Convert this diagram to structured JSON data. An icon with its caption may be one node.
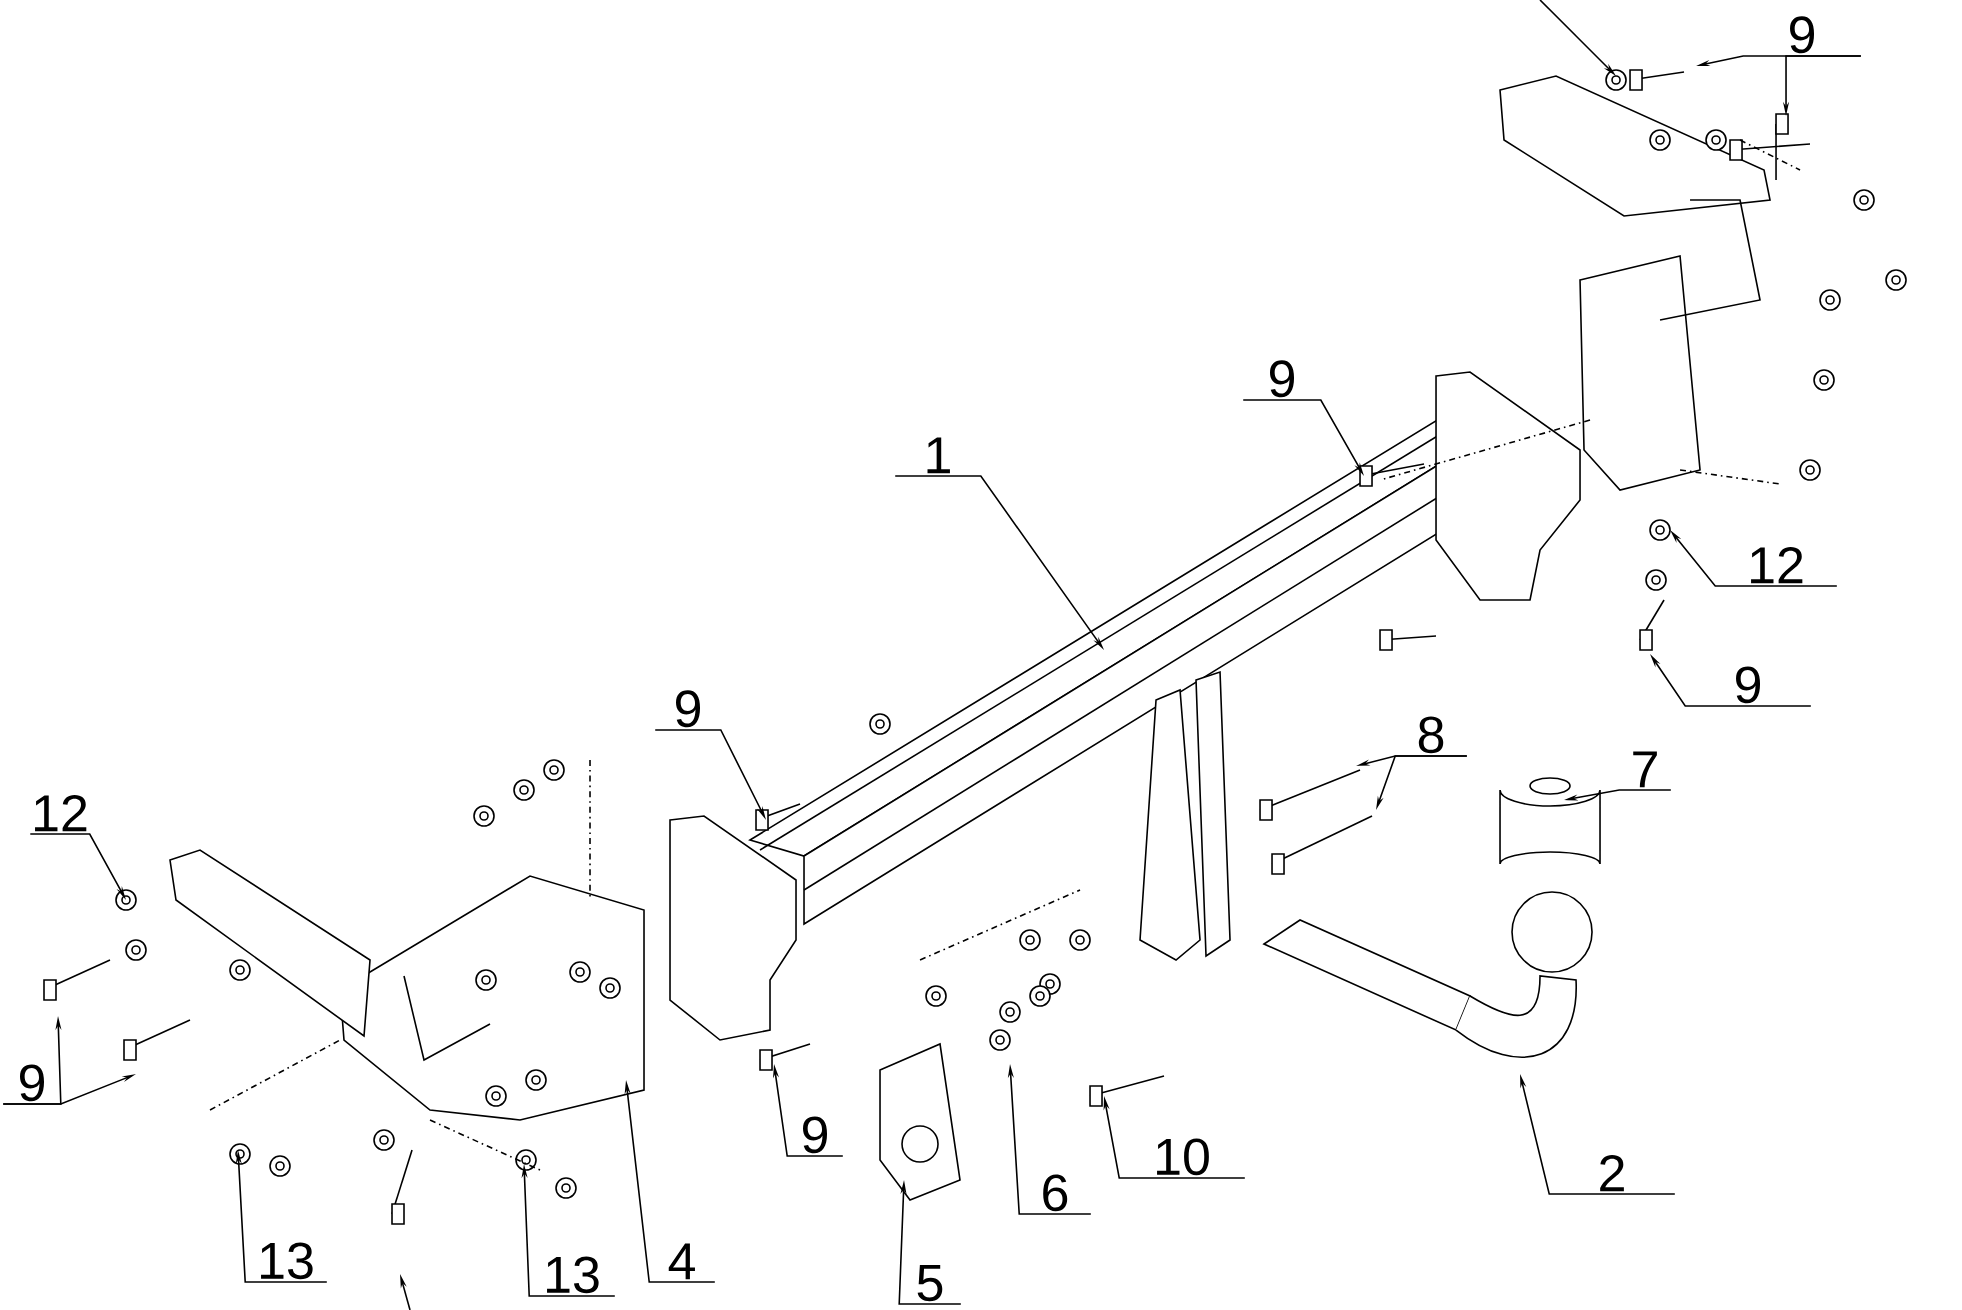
{
  "diagram": {
    "nodes": [
      {
        "text": [
          "1"
        ]
      },
      {
        "text": [
          "9"
        ]
      },
      {
        "text": [
          "9"
        ]
      },
      {
        "text": [
          "12"
        ]
      },
      {
        "text": [
          "9"
        ]
      },
      {
        "text": [
          "7"
        ]
      },
      {
        "text": [
          "8"
        ]
      },
      {
        "text": [
          "2"
        ]
      },
      {
        "text": [
          "10"
        ]
      },
      {
        "text": [
          "6"
        ]
      },
      {
        "text": [
          "5"
        ]
      },
      {
        "text": [
          "4"
        ]
      },
      {
        "text": [
          "13"
        ]
      },
      {
        "text": [
          "13"
        ]
      },
      {
        "text": [
          "9"
        ]
      },
      {
        "text": [
          "9"
        ]
      },
      {
        "text": [
          "12"
        ]
      },
      {
        "text": [
          "9"
        ]
      }
    ],
    "edges": [
      {
        "from": 0,
        "to": null,
        "arrow": "to"
      },
      {
        "from": 1,
        "to": null,
        "arrow": "to"
      },
      {
        "from": 2,
        "to": null,
        "arrow": "to"
      },
      {
        "from": 2,
        "to": null,
        "arrow": "to"
      },
      {
        "from": 3,
        "to": null,
        "arrow": "to"
      },
      {
        "from": 4,
        "to": null,
        "arrow": "to"
      },
      {
        "from": 5,
        "to": null,
        "arrow": "to"
      },
      {
        "from": 6,
        "to": null,
        "arrow": "to"
      },
      {
        "from": 6,
        "to": null,
        "arrow": "to"
      },
      {
        "from": 7,
        "to": null,
        "arrow": "to"
      },
      {
        "from": 8,
        "to": null,
        "arrow": "to"
      },
      {
        "from": 9,
        "to": null,
        "arrow": "to"
      },
      {
        "from": 10,
        "to": null,
        "arrow": "to"
      },
      {
        "from": 11,
        "to": null,
        "arrow": "to"
      },
      {
        "from": 12,
        "to": null,
        "arrow": "to"
      },
      {
        "from": 13,
        "to": null,
        "arrow": "to"
      },
      {
        "from": 14,
        "to": null,
        "arrow": "to"
      },
      {
        "from": 15,
        "to": null,
        "arrow": "to"
      },
      {
        "from": 15,
        "to": null,
        "arrow": "to"
      },
      {
        "from": 16,
        "to": null,
        "arrow": "to"
      },
      {
        "from": 17,
        "to": null,
        "arrow": "to"
      }
    ]
  }
}
